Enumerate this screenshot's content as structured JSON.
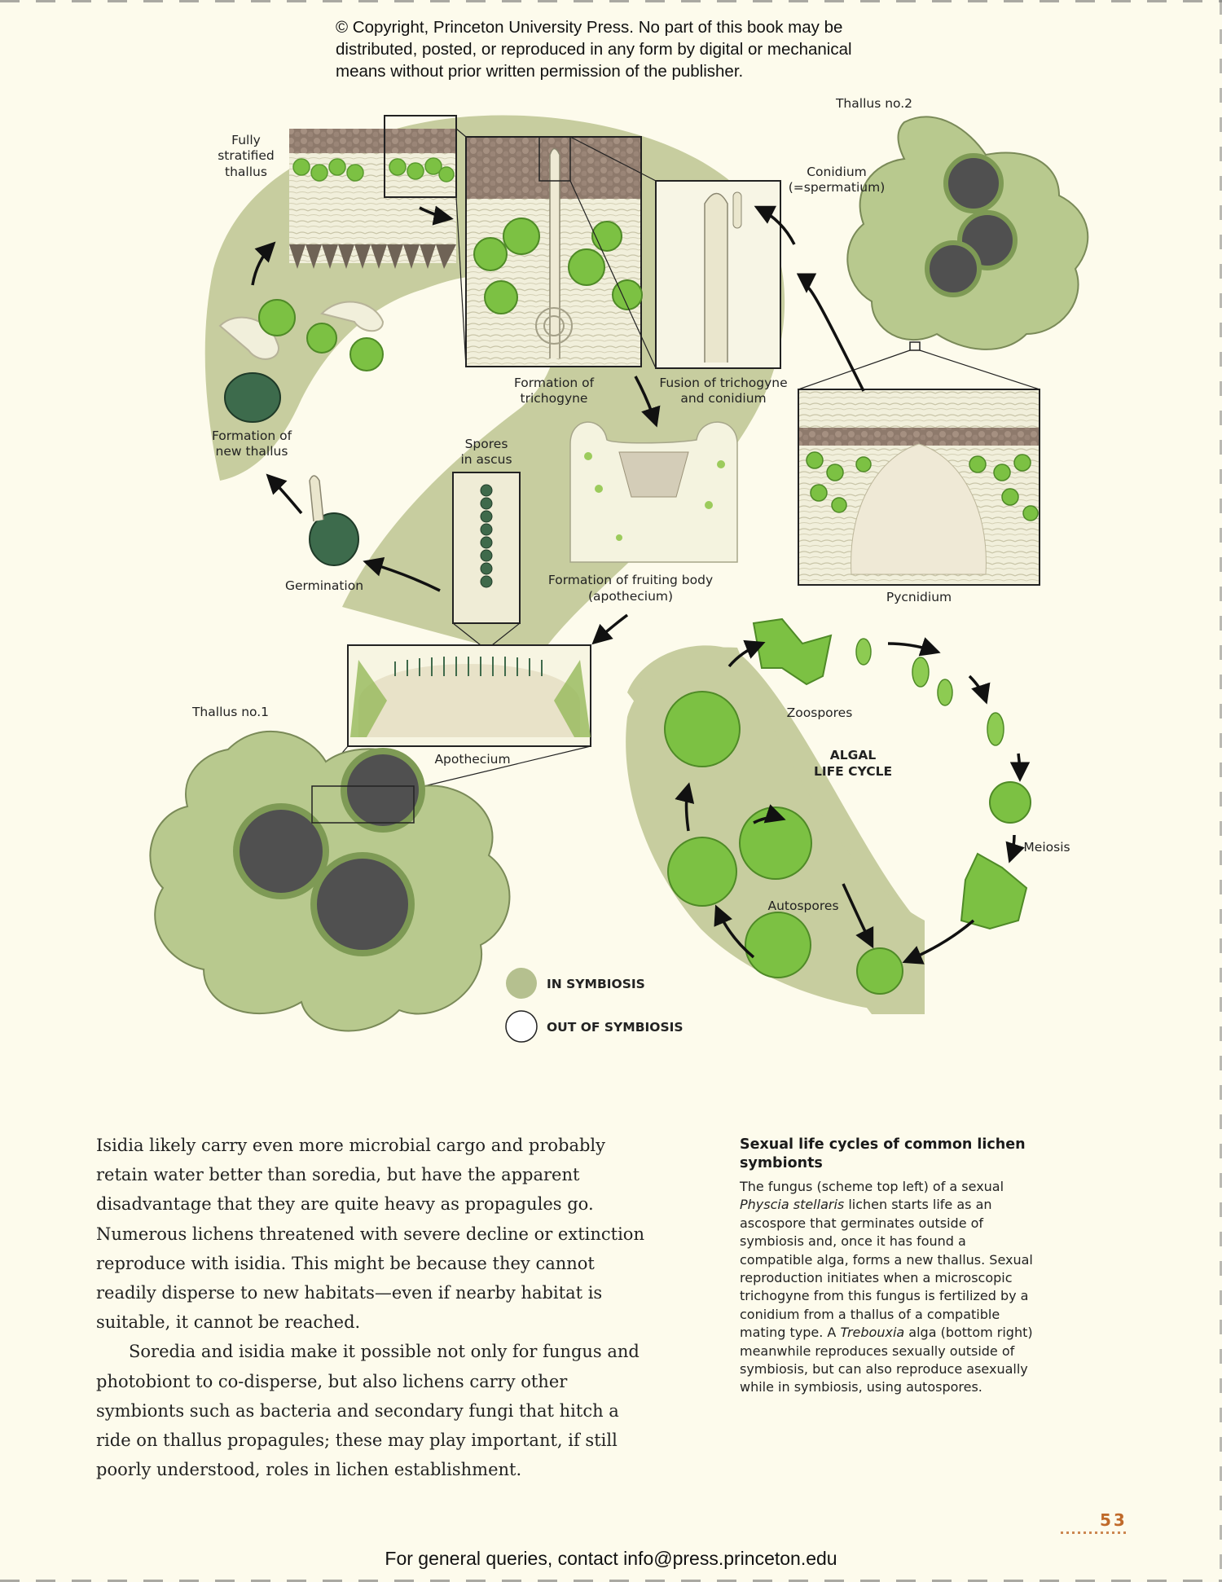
{
  "copyright": {
    "line1": "© Copyright, Princeton University Press. No part of this book may be",
    "line2": "distributed, posted, or reproduced in any form by digital or mechanical",
    "line3": "means without prior written permission of the publisher."
  },
  "figure": {
    "labels": {
      "fully_stratified_1": "Fully",
      "fully_stratified_2": "stratified",
      "fully_stratified_3": "thallus",
      "thallus_no2": "Thallus no.2",
      "conidium_1": "Conidium",
      "conidium_2": "(=spermatium)",
      "formation_trichogyne_1": "Formation of",
      "formation_trichogyne_2": "trichogyne",
      "fusion_1": "Fusion of trichogyne",
      "fusion_2": "and conidium",
      "formation_new_thallus_1": "Formation of",
      "formation_new_thallus_2": "new thallus",
      "spores_1": "Spores",
      "spores_2": "in ascus",
      "germination": "Germination",
      "fruiting_1": "Formation of fruiting body",
      "fruiting_2": "(apothecium)",
      "pycnidium": "Pycnidium",
      "thallus_no1": "Thallus no.1",
      "apothecium": "Apothecium",
      "zoospores": "Zoospores",
      "algal_1": "ALGAL",
      "algal_2": "LIFE CYCLE",
      "meiosis": "Meiosis",
      "autospores": "Autospores"
    },
    "legend": {
      "in_symbiosis": "IN SYMBIOSIS",
      "out_of_symbiosis": "OUT OF SYMBIOSIS",
      "in_color": "#b5c08f",
      "out_color": "#ffffff"
    },
    "colors": {
      "background": "#fdfbec",
      "symbiosis_band": "#c7cd9f",
      "lichen_green": "#b8c98e",
      "alga_green": "#7cc143",
      "apothecium_disc": "#505050",
      "cortex_brown": "#8a7466"
    }
  },
  "body": {
    "p1": "Isidia likely carry even more microbial cargo and probably retain water better than soredia, but have the apparent disadvantage that they are quite heavy as propagules go. Numerous lichens threatened with severe decline or extinction reproduce with isidia. This might be because they cannot readily disperse to new habitats—even if nearby habitat is suitable, it cannot be reached.",
    "p2": "Soredia and isidia make it possible not only for fungus and photobiont to co-disperse, but also lichens carry other symbionts such as bacteria and secondary fungi that hitch a ride on thallus propagules; these may play important, if still poorly understood, roles in lichen establishment."
  },
  "caption": {
    "title": "Sexual life cycles of common lichen symbionts",
    "t1": "The fungus (scheme top left) of a sexual ",
    "i1": "Physcia stellaris",
    "t2": " lichen starts life as an ascospore that germinates outside of symbiosis and, once it has found a compatible alga, forms a new thallus. Sexual reproduction initiates when a microscopic trichogyne from this fungus is fertilized by a conidium from a thallus of a compatible mating type. A ",
    "i2": "Trebouxia",
    "t3": " alga (bottom right) meanwhile reproduces sexually outside of symbiosis, but can also reproduce asexually while in symbiosis, using autospores."
  },
  "page_number": "53",
  "footer": "For general queries, contact info@press.princeton.edu"
}
